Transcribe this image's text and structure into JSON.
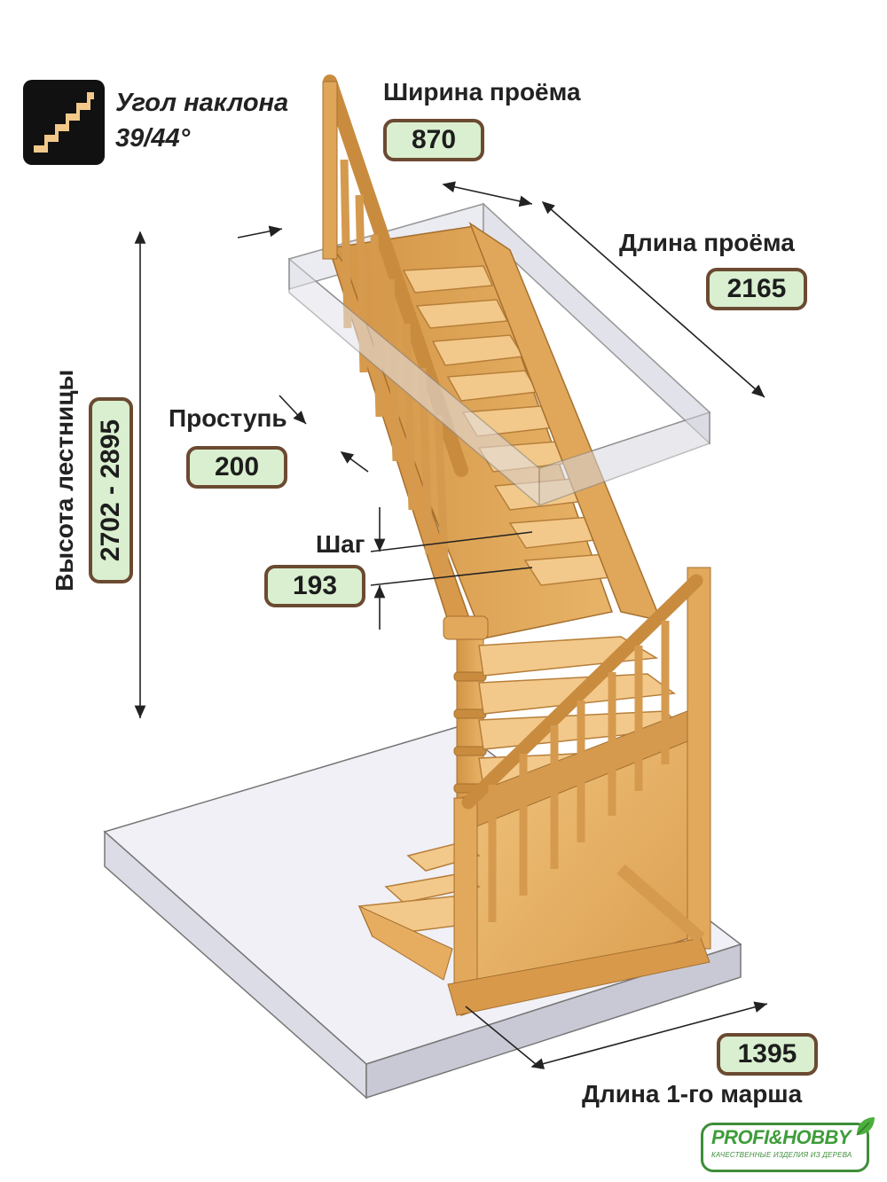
{
  "angle": {
    "label_line1": "Угол наклона",
    "label_line2": "39/44°",
    "icon": "stairs-icon"
  },
  "opening_width": {
    "label": "Ширина проёма",
    "value": "870"
  },
  "opening_length": {
    "label": "Длина проёма",
    "value": "2165"
  },
  "tread": {
    "label": "Проступь",
    "value": "200"
  },
  "step": {
    "label": "Шаг",
    "value": "193"
  },
  "stair_height": {
    "label": "Высота лестницы",
    "value": "2702 - 2895"
  },
  "first_flight_length": {
    "label": "Длина 1-го марша",
    "value": "1395"
  },
  "logo": {
    "name": "PROFI&HOBBY",
    "tagline": "КАЧЕСТВЕННЫЕ ИЗДЕЛИЯ ИЗ ДЕРЕВА"
  },
  "colors": {
    "wood": "#e8b46a",
    "wood_dark": "#c98c3f",
    "badge_fill": "#d9efcf",
    "badge_border": "#6b4a32",
    "slab": "#e6e6ef",
    "logo_green": "#3e9d3a"
  }
}
